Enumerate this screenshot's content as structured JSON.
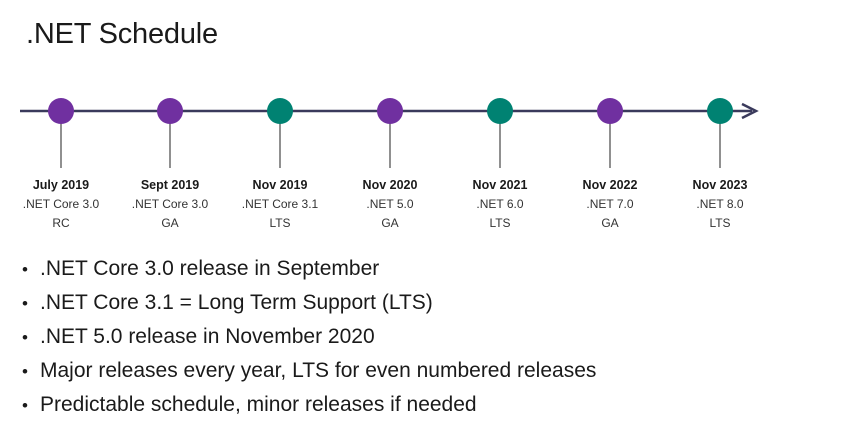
{
  "title": ".NET Schedule",
  "colors": {
    "purple": "#7030a0",
    "teal": "#008272",
    "line": "#3a3a5c"
  },
  "milestones": [
    {
      "date": "July 2019",
      "release": ".NET Core 3.0",
      "type": "RC",
      "color": "purple"
    },
    {
      "date": "Sept 2019",
      "release": ".NET Core 3.0",
      "type": "GA",
      "color": "purple"
    },
    {
      "date": "Nov 2019",
      "release": ".NET Core 3.1",
      "type": "LTS",
      "color": "teal"
    },
    {
      "date": "Nov 2020",
      "release": ".NET 5.0",
      "type": "GA",
      "color": "purple"
    },
    {
      "date": "Nov 2021",
      "release": ".NET 6.0",
      "type": "LTS",
      "color": "teal"
    },
    {
      "date": "Nov 2022",
      "release": ".NET 7.0",
      "type": "GA",
      "color": "purple"
    },
    {
      "date": "Nov 2023",
      "release": ".NET 8.0",
      "type": "LTS",
      "color": "teal"
    }
  ],
  "bullets": [
    ".NET Core 3.0 release in September",
    ".NET Core 3.1 = Long Term Support (LTS)",
    ".NET 5.0 release in November 2020",
    "Major releases every year, LTS for even numbered releases",
    "Predictable schedule, minor releases if needed"
  ]
}
